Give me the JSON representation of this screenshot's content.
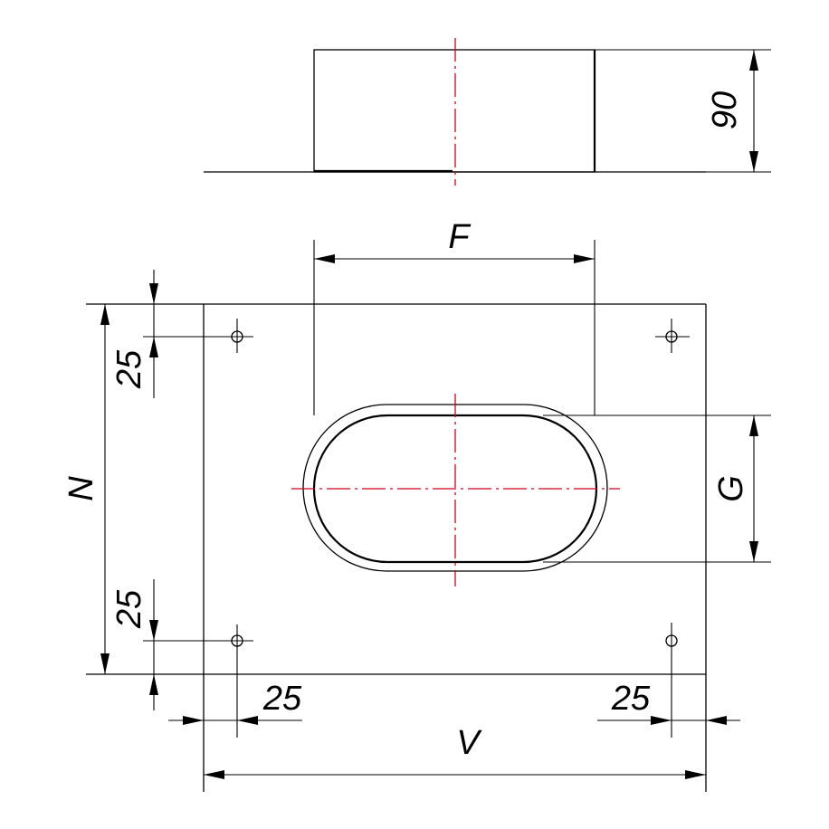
{
  "colors": {
    "line": "#000000",
    "centerline": "#d0021b",
    "background": "#ffffff"
  },
  "labels": {
    "height": "90",
    "width_opening": "F",
    "height_opening": "G",
    "plate_height": "N",
    "plate_width": "V",
    "offset_top": "25",
    "offset_bottom": "25",
    "offset_left": "25",
    "offset_right": "25"
  }
}
